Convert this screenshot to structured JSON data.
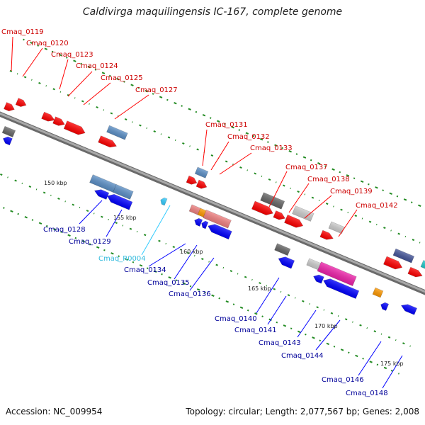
{
  "title": "Caldivirga maquilingensis IC-167, complete genome",
  "footer": {
    "accession": "Accession: NC_009954",
    "summary": "Topology: circular; Length: 2,077,567 bp; Genes: 2,008"
  },
  "colors": {
    "forward_cds": "#ff0000",
    "reverse_cds": "#0000ff",
    "trna": "#33ccff",
    "backbone": "#888888",
    "gc_dash": "#228b22",
    "label_forward": "#cc0000",
    "label_reverse": "#000099",
    "label_rna": "#33bbdd"
  },
  "ticks": [
    "150 kbp",
    "155 kbp",
    "160 kbp",
    "165 kbp",
    "170 kbp",
    "175 kbp"
  ],
  "forward_labels": [
    "Cmaq_0119",
    "Cmaq_0120",
    "Cmaq_0123",
    "Cmaq_0124",
    "Cmaq_0125",
    "Cmaq_0127",
    "Cmaq_0131",
    "Cmaq_0132",
    "Cmaq_0133",
    "Cmaq_0137",
    "Cmaq_0138",
    "Cmaq_0139",
    "Cmaq_0142"
  ],
  "reverse_labels": [
    "Cmaq_0128",
    "Cmaq_0129",
    "Cmaq_R0004",
    "Cmaq_0134",
    "Cmaq_0135",
    "Cmaq_0136",
    "Cmaq_0140",
    "Cmaq_0141",
    "Cmaq_0143",
    "Cmaq_0144",
    "Cmaq_0146",
    "Cmaq_0148"
  ]
}
